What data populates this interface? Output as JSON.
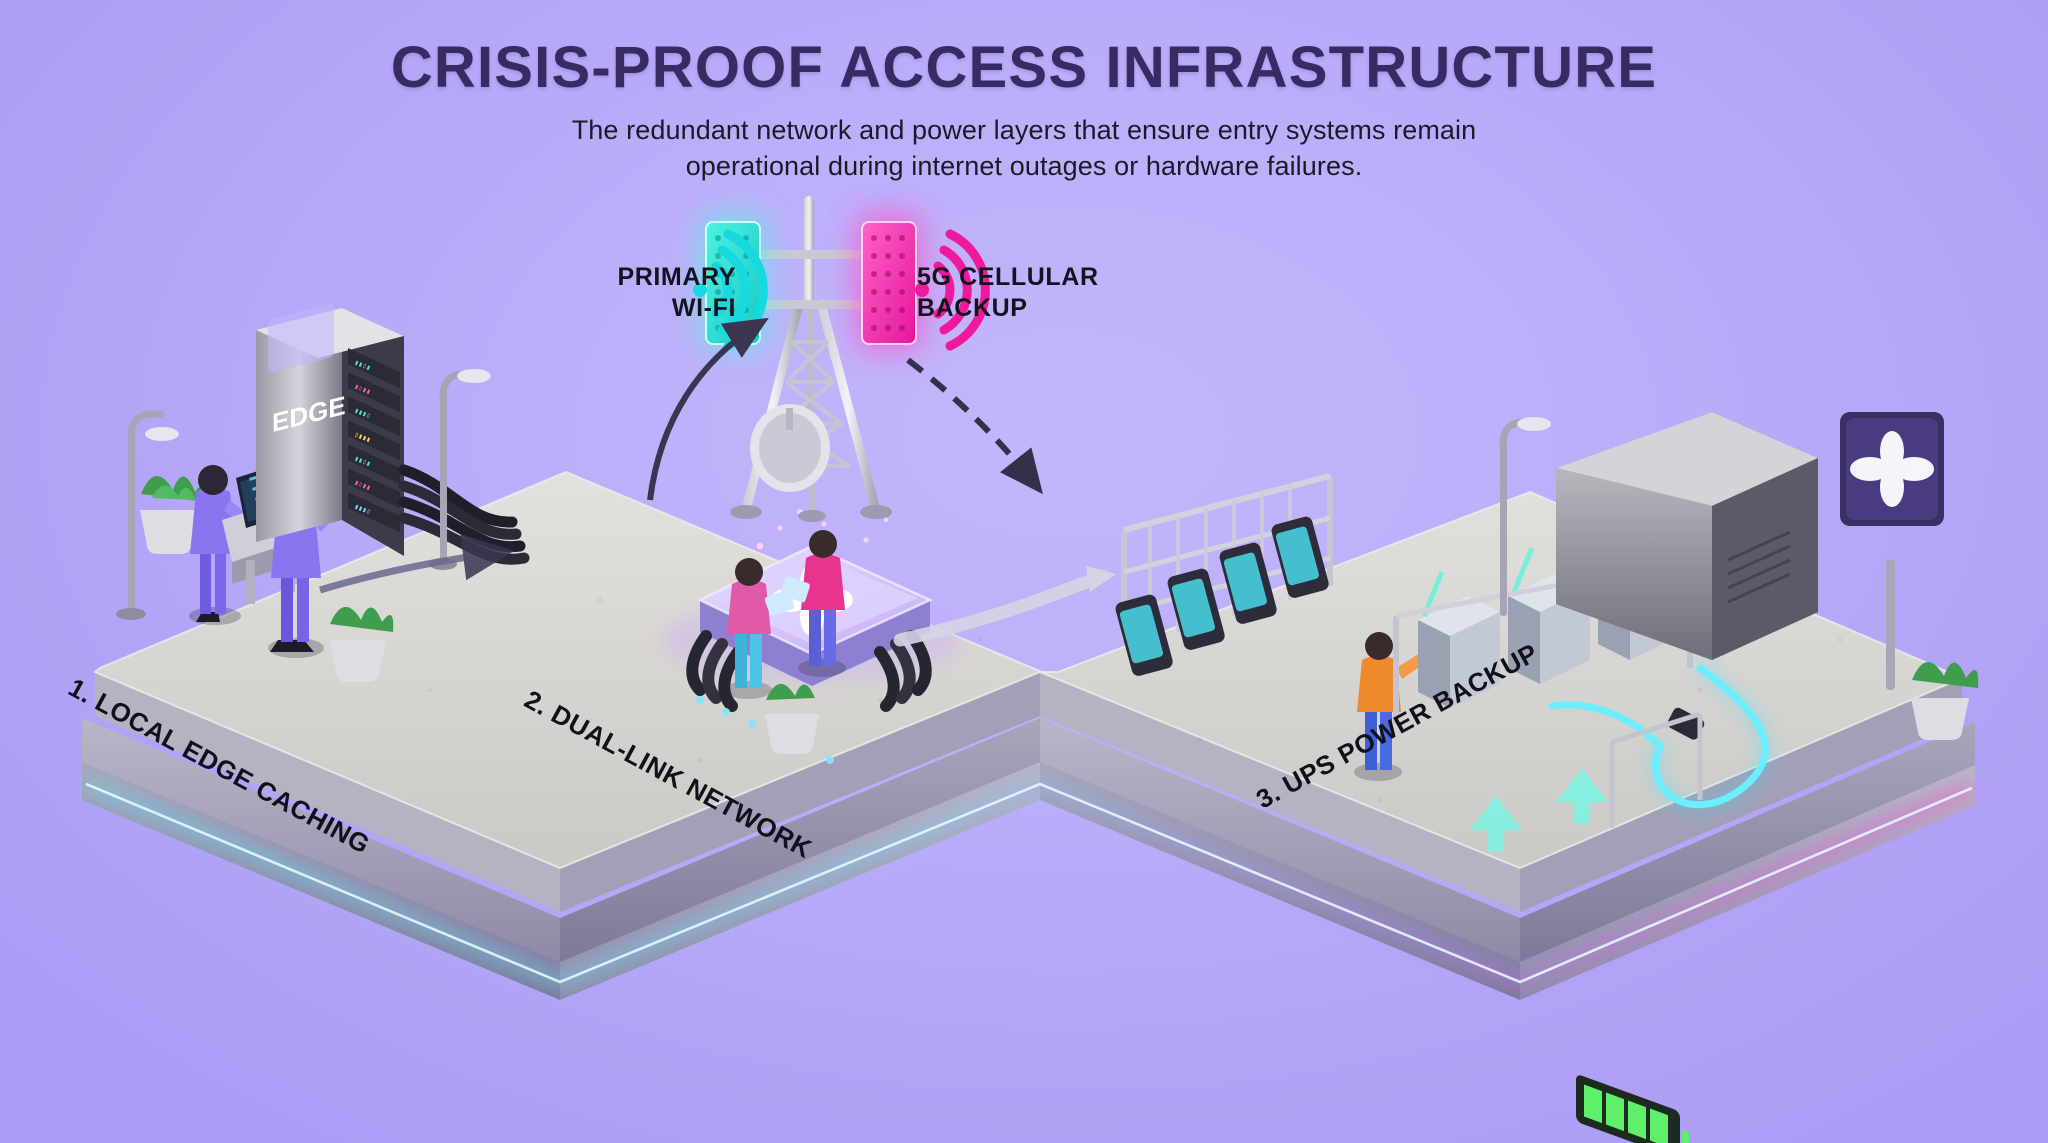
{
  "header": {
    "title": "CRISIS-PROOF ACCESS INFRASTRUCTURE",
    "subtitle_line1": "The redundant network and power layers that ensure entry systems remain",
    "subtitle_line2": "operational during internet outages or hardware failures."
  },
  "network_labels": {
    "primary": {
      "line1": "PRIMARY",
      "line2": "WI-FI",
      "color": "#18d8e0",
      "icon": "wifi-signal-icon"
    },
    "backup": {
      "line1": "5G CELLULAR",
      "line2": "BACKUP",
      "color": "#f0199b",
      "icon": "cellular-signal-icon"
    }
  },
  "stages": [
    {
      "id": "edge",
      "caption": "1. LOCAL EDGE CACHING",
      "device_label": "EDGE",
      "accent": "#8fd8ff"
    },
    {
      "id": "network",
      "caption": "2. DUAL-LINK NETWORK",
      "device_label": "",
      "accent": "#b98cff"
    },
    {
      "id": "ups",
      "caption": "3. UPS POWER BACKUP",
      "device_label": "",
      "accent": "#c46ff0"
    }
  ],
  "colors": {
    "background_top": "#c4b6fb",
    "background_bottom": "#ab9bf5",
    "title": "#3a2a63",
    "body_text": "#1b1b28",
    "platform_top": "#d8d6d2",
    "platform_side": "#9e9ab4",
    "glow_cyan": "#44e6ff",
    "glow_magenta": "#ff3fd0",
    "battery_green": "#5ef06a",
    "turnstile_teal": "#59e8d6"
  }
}
